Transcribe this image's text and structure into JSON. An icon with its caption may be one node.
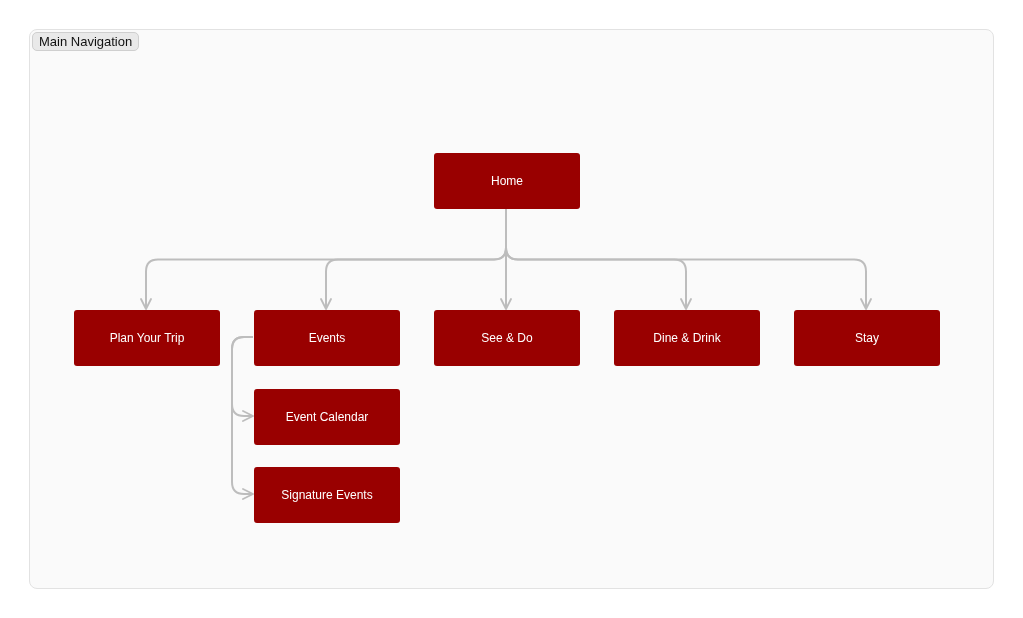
{
  "diagram": {
    "nodes": [
      {
        "text": [
          "Main Navigation"
        ]
      },
      {
        "text": [
          "Home"
        ],
        "in": 0
      },
      {
        "text": [
          "Plan Your Trip"
        ],
        "in": 0
      },
      {
        "text": [
          "Events"
        ],
        "in": 0
      },
      {
        "text": [
          "See & Do"
        ],
        "in": 0
      },
      {
        "text": [
          "Dine & Drink"
        ],
        "in": 0
      },
      {
        "text": [
          "Stay"
        ],
        "in": 0
      },
      {
        "text": [
          "Event Calendar"
        ],
        "in": 0
      },
      {
        "text": [
          "Signature Events"
        ],
        "in": 0
      }
    ],
    "edges": [
      {
        "from": 1,
        "to": 2,
        "arrow": "to"
      },
      {
        "from": 1,
        "to": 3,
        "arrow": "to"
      },
      {
        "from": 1,
        "to": 4,
        "arrow": "to"
      },
      {
        "from": 1,
        "to": 5,
        "arrow": "to"
      },
      {
        "from": 1,
        "to": 6,
        "arrow": "to"
      },
      {
        "from": 3,
        "to": 7,
        "arrow": "to"
      },
      {
        "from": 3,
        "to": 8,
        "arrow": "to"
      }
    ]
  }
}
